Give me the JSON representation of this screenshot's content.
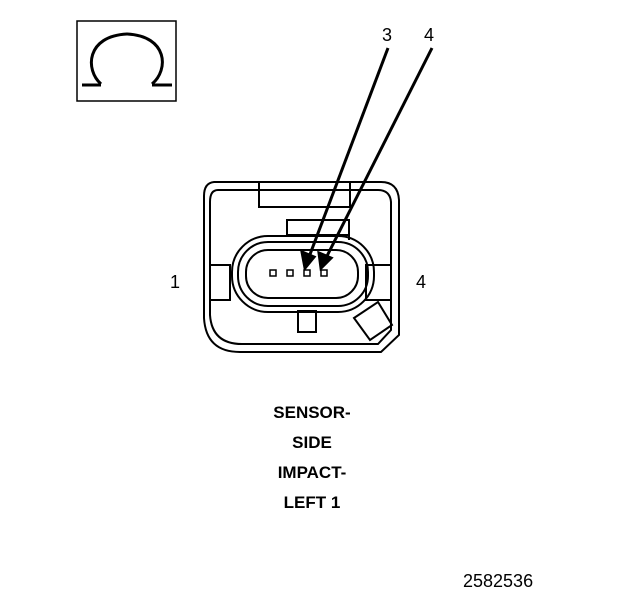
{
  "symbol": {
    "icon": "ohm-icon"
  },
  "pins": {
    "callout_3": "3",
    "callout_4": "4"
  },
  "sides": {
    "left": "1",
    "right": "4"
  },
  "caption": {
    "line1": "SENSOR-",
    "line2": "SIDE",
    "line3": "IMPACT-",
    "line4": "LEFT 1"
  },
  "figure_id": "2582536"
}
